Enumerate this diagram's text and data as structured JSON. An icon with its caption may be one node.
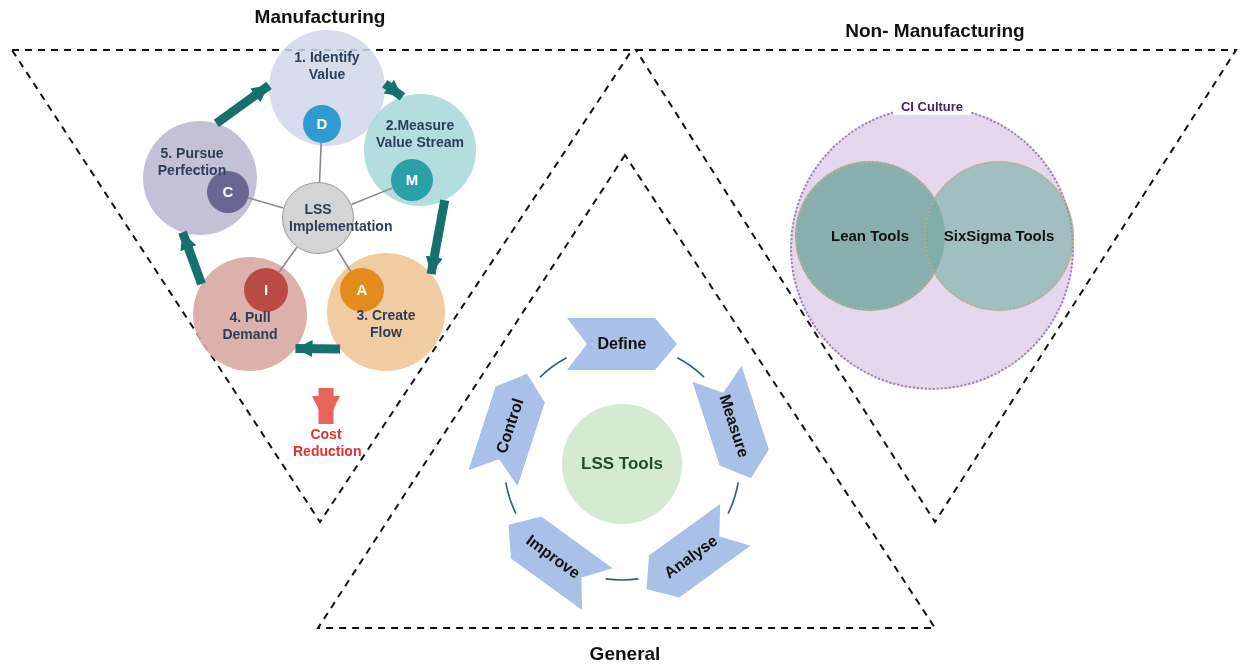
{
  "diagram": {
    "nodes": [
      {
        "text": [
          "Manufacturing"
        ]
      },
      {
        "text": [
          "1. Identify Value"
        ],
        "in": 0
      },
      {
        "text": [
          "D"
        ],
        "in": 1
      },
      {
        "text": [
          "2.Measure Value Stream"
        ],
        "in": 0
      },
      {
        "text": [
          "M"
        ],
        "in": 3
      },
      {
        "text": [
          "5. Pursue Perfection"
        ],
        "in": 0
      },
      {
        "text": [
          "C"
        ],
        "in": 5
      },
      {
        "text": [
          "LSS Implementation"
        ],
        "in": 0
      },
      {
        "text": [
          "A"
        ],
        "in": 11
      },
      {
        "text": [
          "I"
        ],
        "in": 10
      },
      {
        "text": [
          "4. Pull Demand"
        ],
        "in": 0
      },
      {
        "text": [
          "3. Create Flow"
        ],
        "in": 0
      },
      {
        "text": [
          "Cost Reduction"
        ],
        "in": 0
      },
      {
        "text": [
          "Non- Manufacturing"
        ]
      },
      {
        "text": [
          "CI Culture"
        ],
        "in": 13
      },
      {
        "text": [
          "Lean Tools"
        ],
        "in": 14
      },
      {
        "text": [
          "SixSigma Tools"
        ],
        "in": 14
      },
      {
        "text": [
          "General"
        ]
      },
      {
        "text": [
          "Define"
        ],
        "in": 17
      },
      {
        "text": [
          "Measure"
        ],
        "in": 17
      },
      {
        "text": [
          "Analyse"
        ],
        "in": 17
      },
      {
        "text": [
          "Improve"
        ],
        "in": 17
      },
      {
        "text": [
          "Control"
        ],
        "in": 17
      },
      {
        "text": [
          "LSS Tools"
        ],
        "in": 17
      }
    ],
    "edges": [
      {
        "from": 1,
        "to": 3,
        "arrow": "to",
        "style": "thick",
        "color": "#17706c"
      },
      {
        "from": 3,
        "to": 11,
        "arrow": "to",
        "style": "thick",
        "color": "#17706c"
      },
      {
        "from": 11,
        "to": 10,
        "arrow": "to",
        "style": "thick",
        "color": "#17706c"
      },
      {
        "from": 10,
        "to": 5,
        "arrow": "to",
        "style": "thick",
        "color": "#17706c"
      },
      {
        "from": 5,
        "to": 1,
        "arrow": "to",
        "style": "thick",
        "color": "#17706c"
      },
      {
        "from": 7,
        "to": 2,
        "arrow": "none",
        "color": "#888888"
      },
      {
        "from": 7,
        "to": 4,
        "arrow": "none",
        "color": "#888888"
      },
      {
        "from": 7,
        "to": 8,
        "arrow": "none",
        "color": "#888888"
      },
      {
        "from": 7,
        "to": 9,
        "arrow": "none",
        "color": "#888888"
      },
      {
        "from": 7,
        "to": 6,
        "arrow": "none",
        "color": "#888888"
      },
      {
        "from": null,
        "to": 12,
        "arrow": "to",
        "style": "thick",
        "color": "#e8635b"
      },
      {
        "from": 18,
        "to": 19,
        "arrow": "none",
        "color": "#2f5d8a"
      },
      {
        "from": 19,
        "to": 20,
        "arrow": "none",
        "color": "#2f5d8a"
      },
      {
        "from": 20,
        "to": 21,
        "arrow": "none",
        "color": "#2f5d8a"
      },
      {
        "from": 21,
        "to": 22,
        "arrow": "none",
        "color": "#2f5d8a"
      },
      {
        "from": 22,
        "to": 18,
        "arrow": "none",
        "color": "#2f5d8a"
      }
    ]
  }
}
